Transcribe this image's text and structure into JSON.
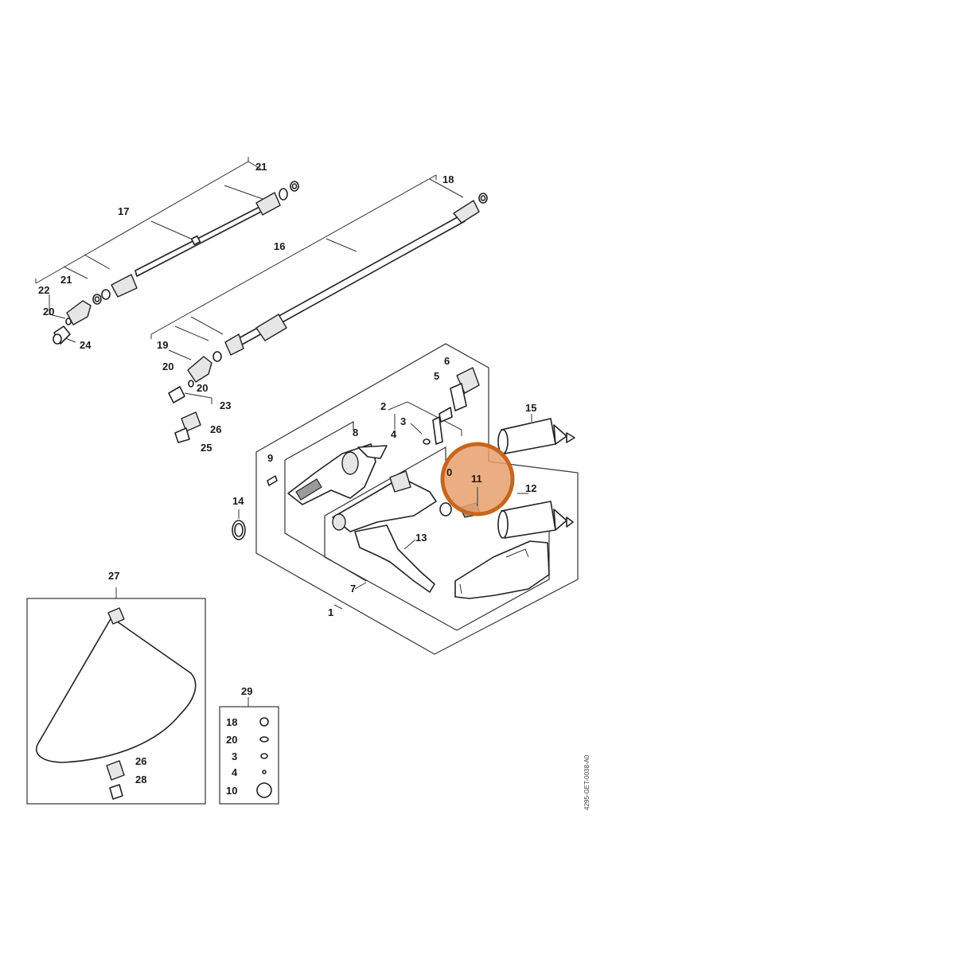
{
  "diagram": {
    "doc_code": "4295-GET-0038-A0",
    "highlight_color": "#e8a06c",
    "highlight_ring_color": "#c8661c",
    "labels": {
      "p1": "1",
      "p2": "2",
      "p3": "3",
      "p4": "4",
      "p5": "5",
      "p6": "6",
      "p7": "7",
      "p8": "8",
      "p9": "9",
      "p10": "0",
      "p11": "11",
      "p12": "12",
      "p13": "13",
      "p14": "14",
      "p15": "15",
      "p16": "16",
      "p17": "17",
      "p18": "18",
      "p19": "19",
      "p20a": "20",
      "p20b": "20",
      "p20c": "20",
      "p21a": "21",
      "p21b": "21",
      "p22": "22",
      "p23": "23",
      "p24": "24",
      "p25": "25",
      "p26a": "26",
      "p26b": "26",
      "p27": "27",
      "p28": "28",
      "p29": "29"
    },
    "kit": {
      "items": [
        "18",
        "20",
        "3",
        "4",
        "10"
      ]
    }
  }
}
